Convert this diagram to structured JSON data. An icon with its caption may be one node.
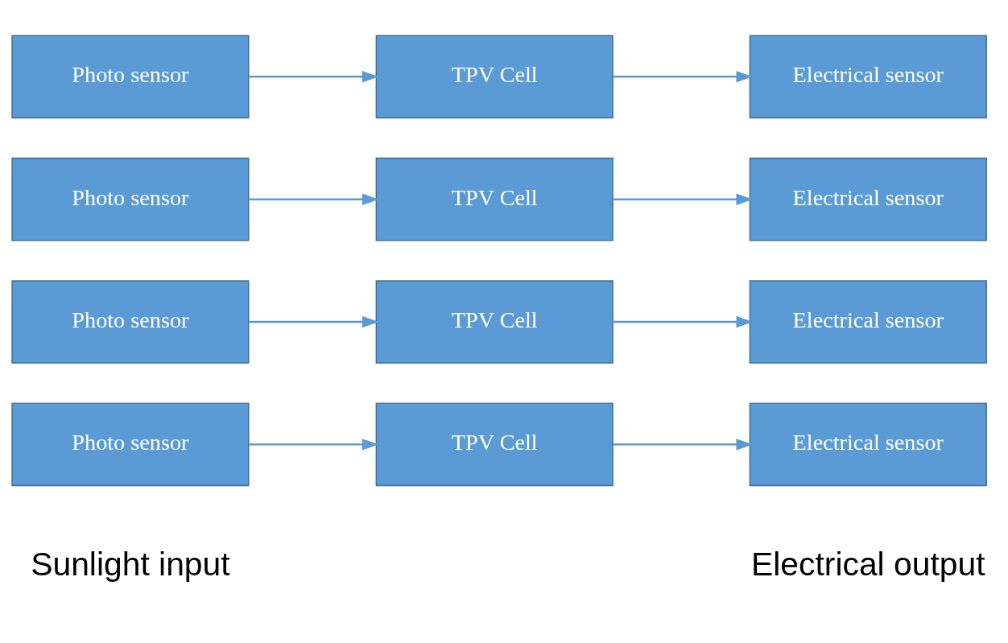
{
  "diagram": {
    "nodes": [
      {
        "text": [
          "Photo sensor"
        ]
      },
      {
        "text": [
          "TPV Cell"
        ]
      },
      {
        "text": [
          "Electrical sensor"
        ]
      },
      {
        "text": [
          "Photo sensor"
        ]
      },
      {
        "text": [
          "TPV Cell"
        ]
      },
      {
        "text": [
          "Electrical sensor"
        ]
      },
      {
        "text": [
          "Photo sensor"
        ]
      },
      {
        "text": [
          "TPV Cell"
        ]
      },
      {
        "text": [
          "Electrical sensor"
        ]
      },
      {
        "text": [
          "Photo sensor"
        ]
      },
      {
        "text": [
          "TPV Cell"
        ]
      },
      {
        "text": [
          "Electrical sensor"
        ]
      }
    ],
    "edges": [
      {
        "from": 0,
        "to": 1,
        "arrow": "to"
      },
      {
        "from": 1,
        "to": 2,
        "arrow": "to"
      },
      {
        "from": 3,
        "to": 4,
        "arrow": "to"
      },
      {
        "from": 4,
        "to": 5,
        "arrow": "to"
      },
      {
        "from": 6,
        "to": 7,
        "arrow": "to"
      },
      {
        "from": 7,
        "to": 8,
        "arrow": "to"
      },
      {
        "from": 9,
        "to": 10,
        "arrow": "to"
      },
      {
        "from": 10,
        "to": 11,
        "arrow": "to"
      }
    ],
    "labels": [
      "Sunlight input",
      "Electrical output"
    ]
  }
}
